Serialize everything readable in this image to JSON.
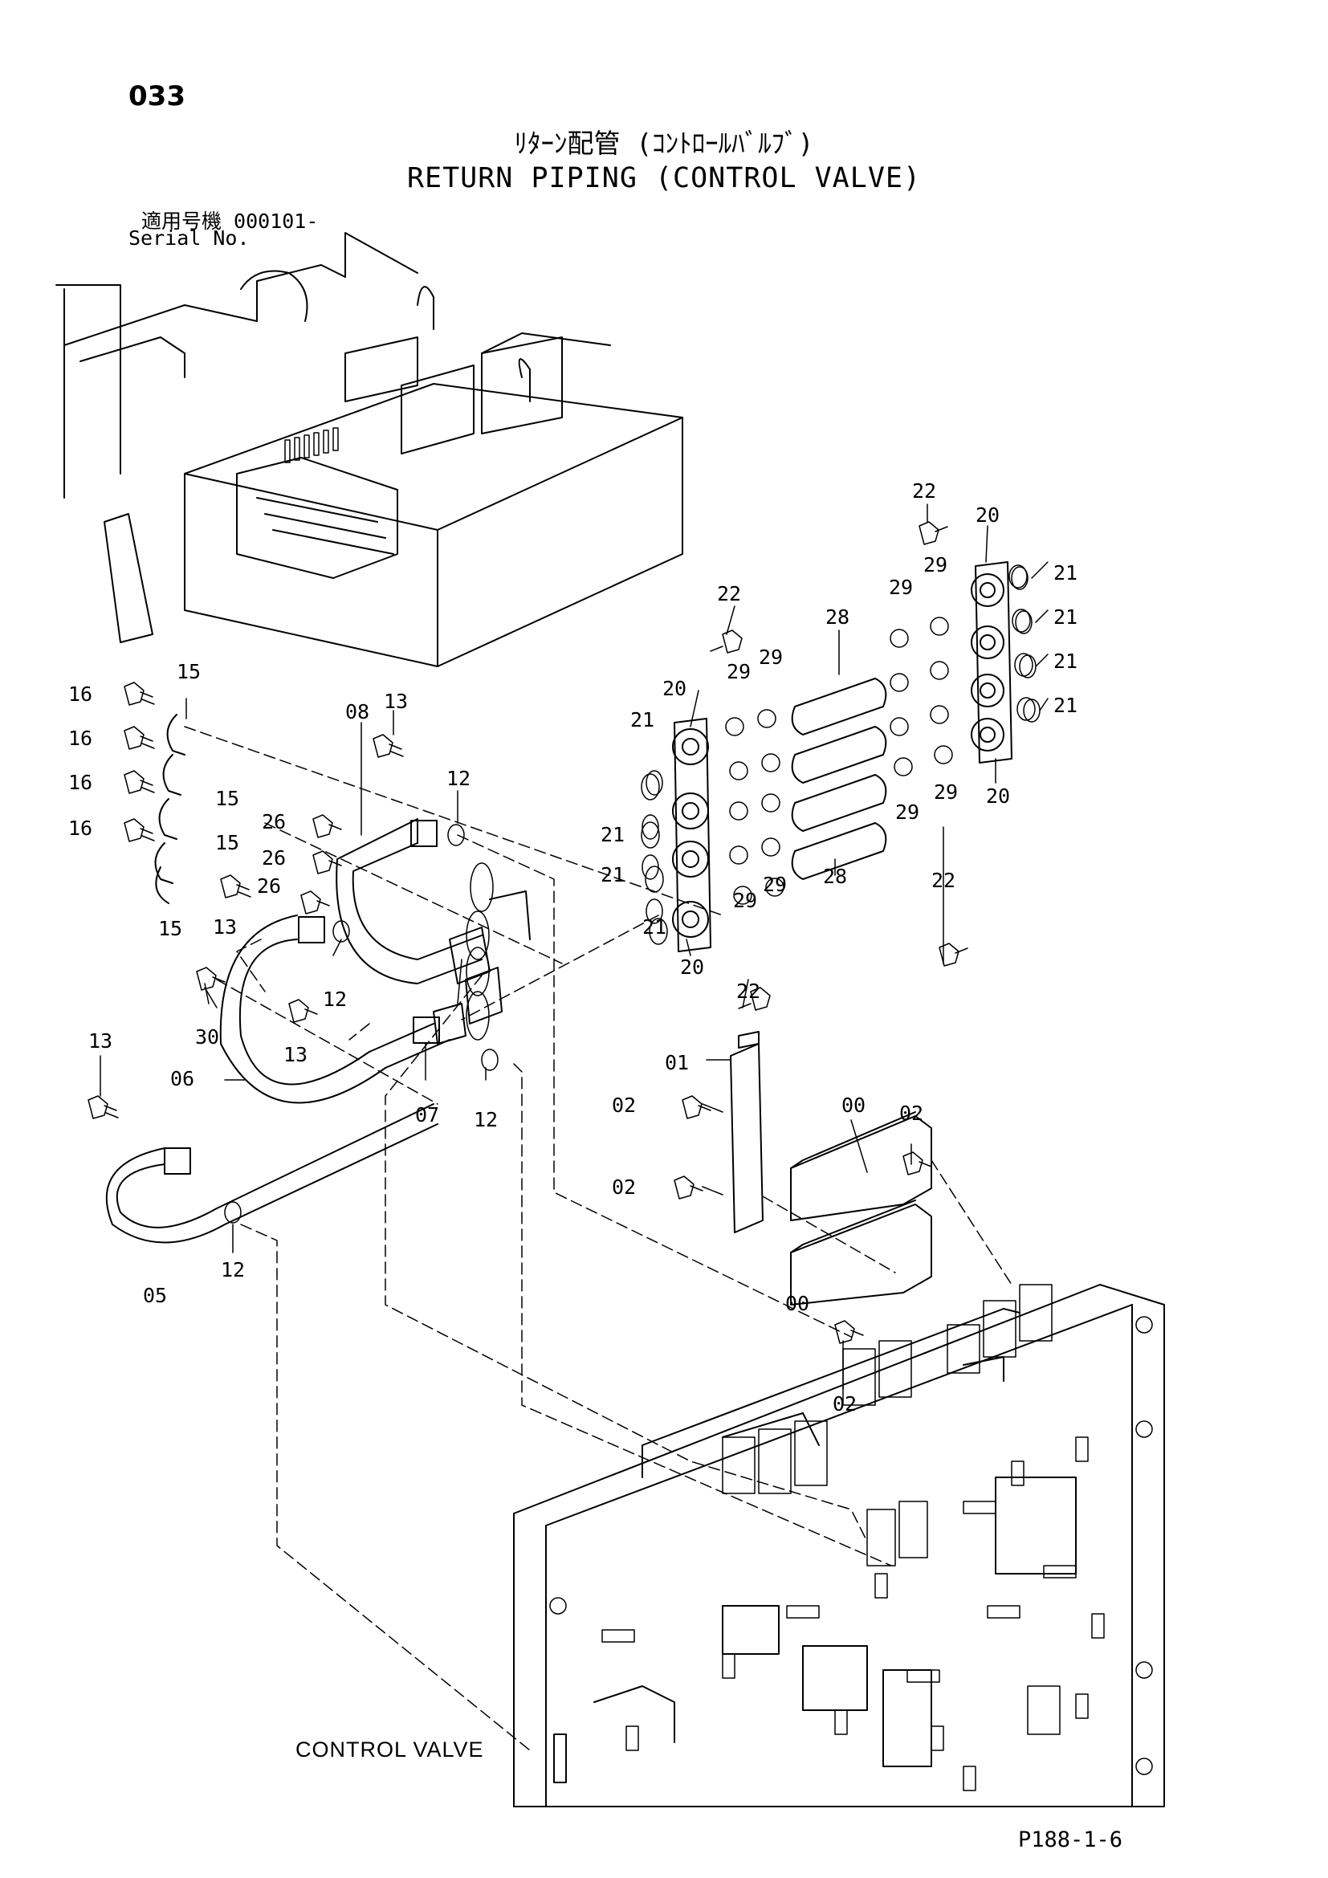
{
  "page_number": "033",
  "title_jp": "ﾘﾀｰﾝ配管 (ｺﾝﾄﾛｰﾙﾊﾞﾙﾌﾞ)",
  "title_en": "RETURN PIPING (CONTROL VALVE)",
  "serial_jp": "適用号機 000101-",
  "serial_en": "Serial No.",
  "footer_label": "CONTROL VALVE",
  "page_code": "P188-1-6",
  "callouts": [
    {
      "text": "22"
    },
    {
      "text": "20"
    },
    {
      "text": "21"
    },
    {
      "text": "21"
    },
    {
      "text": "21"
    },
    {
      "text": "21"
    },
    {
      "text": "29"
    },
    {
      "text": "29"
    },
    {
      "text": "28"
    },
    {
      "text": "22"
    },
    {
      "text": "29"
    },
    {
      "text": "29"
    },
    {
      "text": "20"
    },
    {
      "text": "21"
    },
    {
      "text": "29"
    },
    {
      "text": "29"
    },
    {
      "text": "20"
    },
    {
      "text": "22"
    },
    {
      "text": "28"
    },
    {
      "text": "29"
    },
    {
      "text": "29"
    },
    {
      "text": "21"
    },
    {
      "text": "21"
    },
    {
      "text": "21"
    },
    {
      "text": "20"
    },
    {
      "text": "22"
    },
    {
      "text": "16"
    },
    {
      "text": "15"
    },
    {
      "text": "16"
    },
    {
      "text": "16"
    },
    {
      "text": "15"
    },
    {
      "text": "16"
    },
    {
      "text": "15"
    },
    {
      "text": "15"
    },
    {
      "text": "08"
    },
    {
      "text": "13"
    },
    {
      "text": "12"
    },
    {
      "text": "26"
    },
    {
      "text": "26"
    },
    {
      "text": "26"
    },
    {
      "text": "13"
    },
    {
      "text": "12"
    },
    {
      "text": "30"
    },
    {
      "text": "13"
    },
    {
      "text": "06"
    },
    {
      "text": "07"
    },
    {
      "text": "12"
    },
    {
      "text": "13"
    },
    {
      "text": "12"
    },
    {
      "text": "05"
    },
    {
      "text": "01"
    },
    {
      "text": "02"
    },
    {
      "text": "00"
    },
    {
      "text": "02"
    },
    {
      "text": "02"
    },
    {
      "text": "00"
    },
    {
      "text": "02"
    }
  ]
}
